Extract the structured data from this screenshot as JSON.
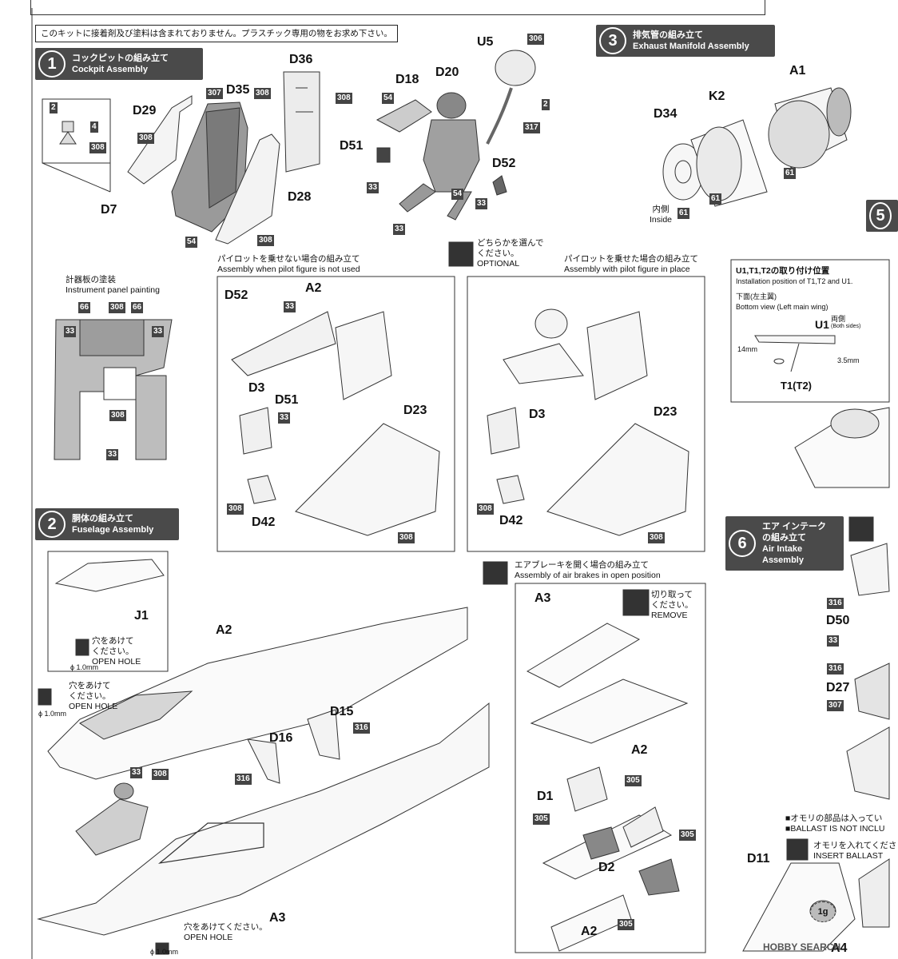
{
  "notice": "このキットに接着剤及び塗料は含まれておりません。プラスチック専用の物をお求め下さい。",
  "step1": {
    "num": "1",
    "ja": "コックピットの組み立て",
    "en": "Cockpit Assembly"
  },
  "step2": {
    "num": "2",
    "ja": "胴体の組み立て",
    "en": "Fuselage Assembly"
  },
  "step3": {
    "num": "3",
    "ja": "排気管の組み立て",
    "en": "Exhaust Manifold Assembly"
  },
  "step5": {
    "num": "5"
  },
  "step6": {
    "num": "6",
    "ja": "エア インテーク の組み立て",
    "ja1": "エア インテーク",
    "ja2": "の組み立て",
    "en1": "Air Intake",
    "en2": "Assembly"
  },
  "parts": {
    "D36": "D36",
    "D35": "D35",
    "D29": "D29",
    "D28": "D28",
    "D7": "D7",
    "U5": "U5",
    "D18": "D18",
    "D20": "D20",
    "D51": "D51",
    "D52": "D52",
    "A2": "A2",
    "A3": "A3",
    "D3": "D3",
    "D42": "D42",
    "D23": "D23",
    "J1": "J1",
    "D15": "D15",
    "D16": "D16",
    "D1": "D1",
    "D2": "D2",
    "A1": "A1",
    "K2": "K2",
    "D34": "D34",
    "U1": "U1",
    "T1": "T1(T2)",
    "D50": "D50",
    "D27": "D27",
    "D11": "D11",
    "A4": "A4"
  },
  "colors": {
    "c2": "2",
    "c4": "4",
    "c33": "33",
    "c54": "54",
    "c61": "61",
    "c66": "66",
    "c305": "305",
    "c306": "306",
    "c307": "307",
    "c308": "308",
    "c316": "316",
    "c317": "317"
  },
  "notes": {
    "inside_ja": "内側",
    "inside_en": "Inside",
    "optional_ja": "どちらかを選んで",
    "optional_ja2": "ください。",
    "optional_en": "OPTIONAL",
    "no_pilot_ja": "パイロットを乗せない場合の組み立て",
    "no_pilot_en": "Assembly when pilot figure is not used",
    "pilot_ja": "パイロットを乗せた場合の組み立て",
    "pilot_en": "Assembly with pilot figure in place",
    "panel_ja": "計器板の塗装",
    "panel_en": "Instrument panel painting",
    "u1_title": "U1,T1,T2の取り付け位置",
    "u1_en": "Installation position of T1,T2 and U1.",
    "bottom_ja": "下面(左主翼)",
    "bottom_en": "Bottom view (Left main wing)",
    "both_ja": "両側",
    "both_en": "(Both sides)",
    "mm14": "14mm",
    "mm35": "3.5mm",
    "hole_ja": "穴をあけて",
    "hole_ja2": "ください。",
    "hole_en": "OPEN HOLE",
    "hole_inline": "穴をあけてください。",
    "phi": "ϕ 1.0mm",
    "brake_ja": "エアブレーキを開く場合の組み立て",
    "brake_en": "Assembly of air brakes in open position",
    "cut_ja": "切り取って",
    "cut_ja2": "ください。",
    "cut_en": "REMOVE",
    "ballast1": "■オモリの部品は入ってい",
    "ballast2": "■BALLAST IS NOT INCLU",
    "ballast3": "オモリを入れてくださ",
    "ballast4": "INSERT BALLAST",
    "g1": "1g"
  },
  "watermark": "HOBBY SEARCH"
}
